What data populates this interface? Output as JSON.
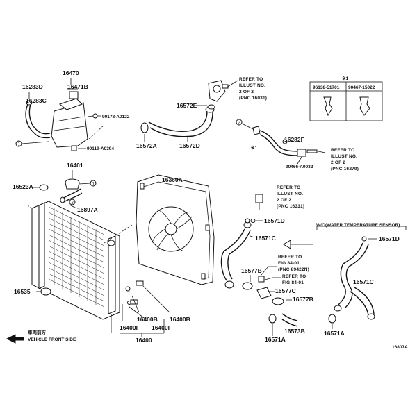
{
  "diagram_code": "16807A",
  "labels": {
    "l16470": "16470",
    "l16471B": "16471B",
    "l16283D": "16283D",
    "l16283C": "16283C",
    "l90178": "90178-A0122",
    "l90119": "90119-A0394",
    "l16401": "16401",
    "l16523A": "16523A",
    "l16897A": "16897A",
    "l16535": "16535",
    "l16572E": "16572E",
    "l16572A": "16572A",
    "l16572D": "16572D",
    "l16282F": "16282F",
    "l90466": "90466-A0032",
    "l16360A": "16360A",
    "l16571D_a": "16571D",
    "l16571C_a": "16571C",
    "l16577B": "16577B",
    "l16577C": "16577C",
    "l16577B_b": "16577B",
    "l16573B": "16573B",
    "l16571A_a": "16571A",
    "l16571D_b": "16571D",
    "l16571C_b": "16571C",
    "l16571A_b": "16571A",
    "l16400B_a": "16400B",
    "l16400B_b": "16400B",
    "l16400F_a": "16400F",
    "l16400F_b": "16400F",
    "l16400": "16400"
  },
  "refs": {
    "r1": [
      "REFER TO",
      "ILLUST NO.",
      "2 OF 2",
      "(PNC 16031)"
    ],
    "r2": [
      "REFER TO",
      "ILLUST NO.",
      "2 OF 2",
      "(PNC 16279)"
    ],
    "r3": [
      "REFER TO",
      "ILLUST NO.",
      "2 OF 2",
      "(PNC 16331)"
    ],
    "r4": [
      "REFER TO",
      "FIG 84-01",
      "(PNC 89422N)"
    ],
    "r5": [
      "REFER TO",
      "FIG 84-01"
    ]
  },
  "wo_label": "W/O(WATER TEMPERATURE SENSOR)",
  "table": {
    "note": "※1",
    "headers": [
      "96138-51701",
      "90467-15022"
    ]
  },
  "markers": {
    "asterisk1": "※1",
    "c1a": "1",
    "c2a": "2",
    "c1b": "1",
    "c2b": "2",
    "c2c": "2"
  },
  "front": {
    "jp": "車両前方",
    "en": "VEHICLE FRONT SIDE"
  }
}
